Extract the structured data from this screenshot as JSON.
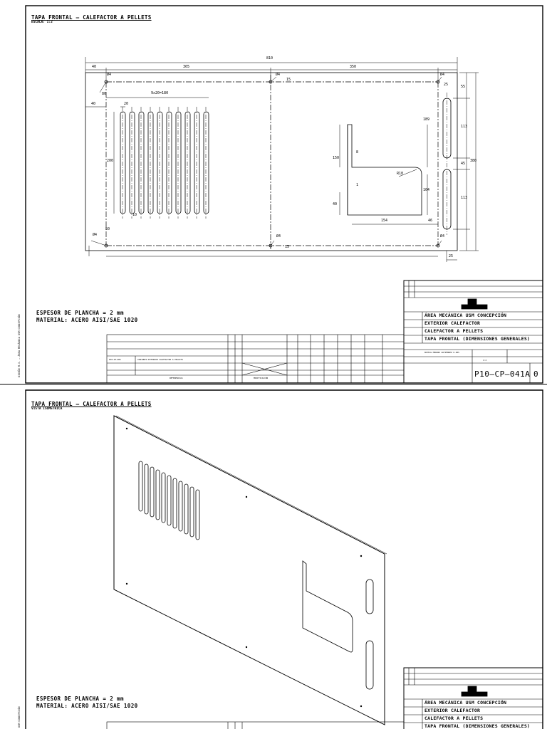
{
  "sheet1": {
    "title": "TAPA FRONTAL – CALEFACTOR A PELLETS",
    "subtitle": "ESCALA: 1:2",
    "side_text": "DISEÑO M.I. – ÁREA MECÁNICA USM CONCEPCIÓN",
    "notes": [
      "ESPESOR DE PLANCHA = 2 mm",
      "MATERIAL: ACERO AISI/SAE 1020"
    ],
    "dims": {
      "overall": "810",
      "left_margin": "40",
      "left_span": "365",
      "right_span": "350",
      "hole_top_a": "Ø4",
      "hole_top_b": "Ø4",
      "hole_top_c": "Ø4",
      "center_top": "15",
      "slot_pitch": "9x20=180",
      "slot_offset": "80",
      "slot_left": "40",
      "slot_w": "20",
      "slot_h": "200",
      "slot_gap": "10",
      "bottom_margin": "50",
      "hole_bl": "Ø4",
      "hole_bm": "Ø4",
      "hole_br": "Ø4",
      "center_bottom": "15",
      "window_h": "150",
      "window_step": "8",
      "window_lower": "40",
      "window_small": "1",
      "window_r": "R10",
      "window_w": "154",
      "window_right": "46",
      "window_top": "189",
      "window_inner": "104",
      "slot_r_w": "25",
      "r_top": "55",
      "r_slot1": "113",
      "r_mid": "45",
      "r_slot2": "113",
      "r_total": "380",
      "r_bottom": "25"
    },
    "titleblock": {
      "org": "ÁREA MECÁNICA USM CONCEPCIÓN",
      "assembly": "EXTERIOR CALEFACTOR",
      "project": "CALEFACTOR A PELLETS",
      "part": "TAPA FRONTAL (DIMENSIONES GENERALES)",
      "drawn_by": "MATÍAS MERINO GUTIÉRREZ 6.005",
      "scale": "1:2",
      "part_number": "P10–CP–041A",
      "revision": "0",
      "ref_number": "P10–CP–001",
      "ref_name": "CONJUNTO EXTERIOR CALEFACTOR A PELLETS",
      "col_ref": "REFERENCIAS",
      "col_mod": "MODIFICACIÓN"
    }
  },
  "sheet2": {
    "title": "TAPA FRONTAL – CALEFACTOR A PELLETS",
    "subtitle": "VISTA ISOMÉTRICA",
    "side_text": "USM CONCEPCIÓN",
    "notes": [
      "ESPESOR DE PLANCHA = 2 mm",
      "MATERIAL: ACERO AISI/SAE 1020"
    ],
    "titleblock": {
      "org": "ÁREA MECÁNICA USM CONCEPCIÓN",
      "assembly": "EXTERIOR CALEFACTOR",
      "project": "CALEFACTOR A PELLETS",
      "part": "TAPA FRONTAL (DIMENSIONES GENERALES)"
    }
  }
}
